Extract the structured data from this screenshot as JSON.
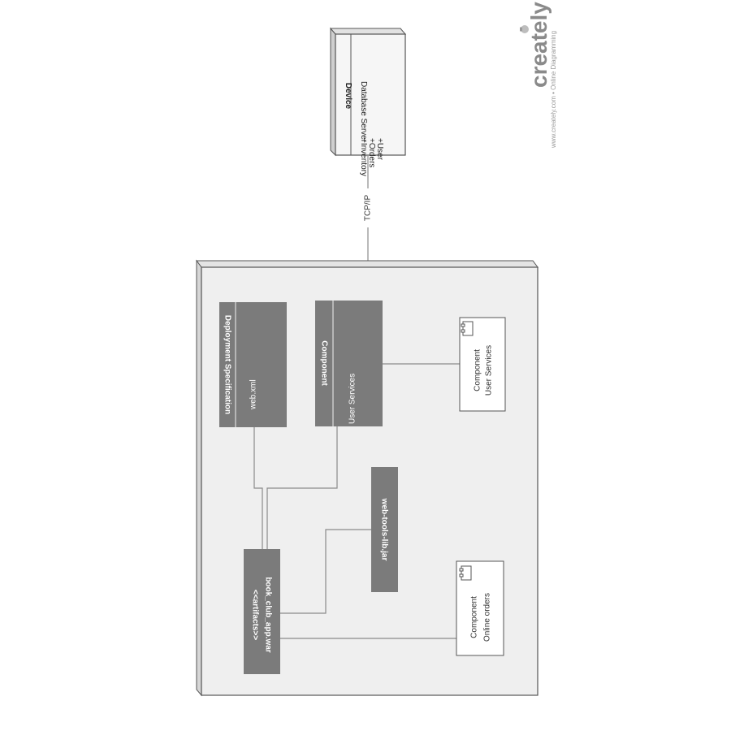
{
  "watermark": {
    "brand": "creately",
    "tagline": "www.creately.com • Online Diagramming",
    "icon": "lightbulb-icon"
  },
  "device": {
    "title": "Device",
    "name": "Database Server",
    "items": [
      "+User",
      "+Orders",
      "+Inventory"
    ]
  },
  "connection": {
    "label": "TCP/IP"
  },
  "container": {
    "deployment_spec": {
      "title": "Deployment Specification",
      "file": "web.xml"
    },
    "component_box": {
      "title": "Component",
      "name": "User Services"
    },
    "library": {
      "label": "web-tools-lib.jar"
    },
    "artifact": {
      "stereotype": "<<artifacts>>",
      "name": "book_club_app.war"
    },
    "component_user": {
      "type": "Component",
      "name": "User Services",
      "icon": "component-icon"
    },
    "component_orders": {
      "type": "Component",
      "name": "Online orders",
      "icon": "component-icon"
    }
  },
  "colors": {
    "dark_box": "#7b7b7b",
    "container_fill": "#efefef",
    "line": "#8a8a8a",
    "device_fill": "#f6f6f6"
  }
}
